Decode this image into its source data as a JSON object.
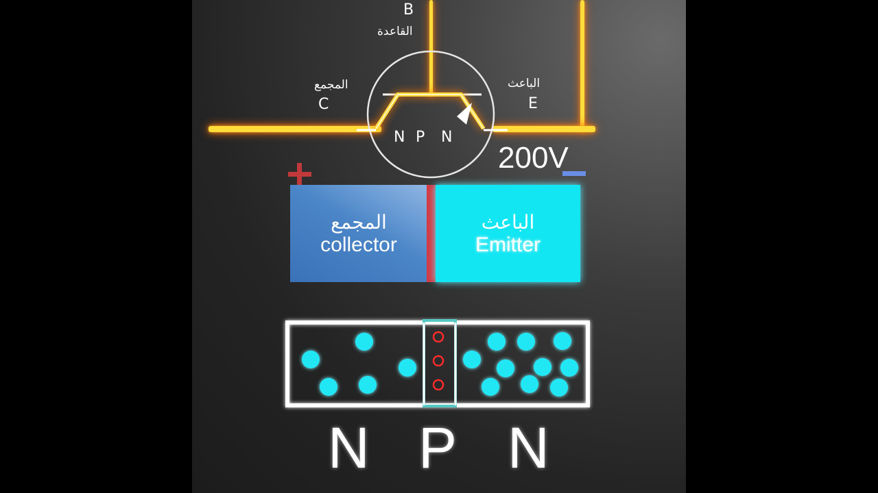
{
  "symbol": {
    "base_letter": "B",
    "base_ar": "القاعدة",
    "collector_ar": "المجمع",
    "collector_letter": "C",
    "emitter_ar": "الباعث",
    "emitter_letter": "E",
    "inner_n1": "N",
    "inner_p": "P",
    "inner_n2": "N"
  },
  "voltage": "200V",
  "polarity": {
    "plus": "+",
    "minus": "−"
  },
  "blocks": {
    "collector": {
      "ar": "المجمع",
      "en": "collector",
      "color": "#3f7fc4"
    },
    "emitter": {
      "ar": "الباعث",
      "en": "Emitter",
      "color": "#17e8f5"
    }
  },
  "bottom_letters": {
    "n1": "N",
    "p": "P",
    "n2": "N"
  },
  "colors": {
    "wire": "#ffdc3a",
    "electron": "#21e7f5",
    "hole": "#ff2a2a",
    "junction": "#d33a45",
    "plus": "#c0393b",
    "minus": "#6a8ee6"
  }
}
